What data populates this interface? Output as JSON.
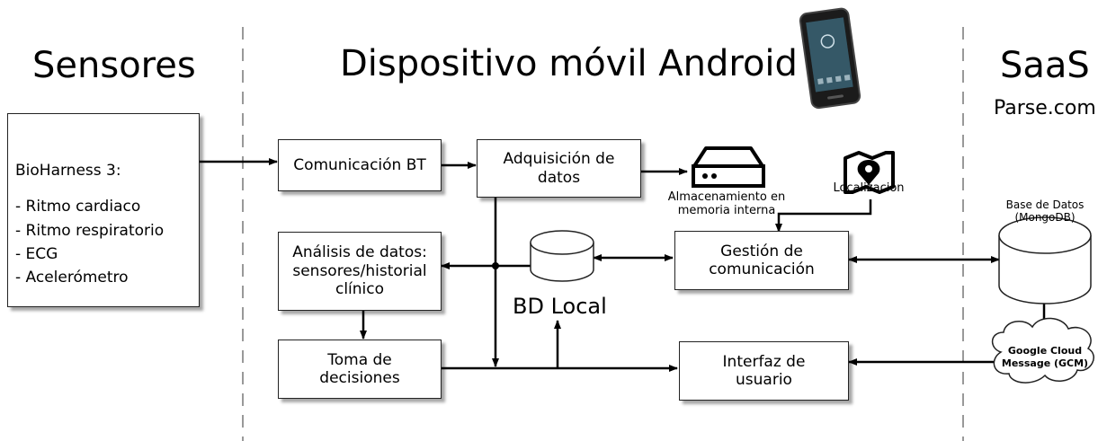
{
  "sections": {
    "sensores": "Sensores",
    "android": "Dispositivo móvil Android",
    "saas": "SaaS",
    "saas_sub": "Parse.com"
  },
  "sensor_box": {
    "title": "BioHarness 3:",
    "items": [
      "- Ritmo cardiaco",
      "- Ritmo respiratorio",
      "- ECG",
      "- Acelerómetro"
    ]
  },
  "boxes": {
    "comunicacion_bt": [
      "Comunicación BT"
    ],
    "adquisicion": [
      "Adquisición de",
      "datos"
    ],
    "analisis": [
      "Análisis de datos:",
      "sensores/historial",
      "clínico"
    ],
    "toma": [
      "Toma de",
      "decisiones"
    ],
    "gestion": [
      "Gestión de",
      "comunicación"
    ],
    "interfaz": [
      "Interfaz de",
      "usuario"
    ]
  },
  "labels": {
    "almacenamiento": [
      "Almacenamiento en",
      "memoria interna"
    ],
    "localizacion": "Localización",
    "bd_local": "BD Local",
    "base_datos": [
      "Base de Datos",
      "(MongoDB)"
    ],
    "gcm": [
      "Google Cloud",
      "Message (GCM)"
    ]
  },
  "icons": {
    "phone": "smartphone-icon",
    "storage": "hard-drive-icon",
    "location": "map-pin-icon"
  }
}
